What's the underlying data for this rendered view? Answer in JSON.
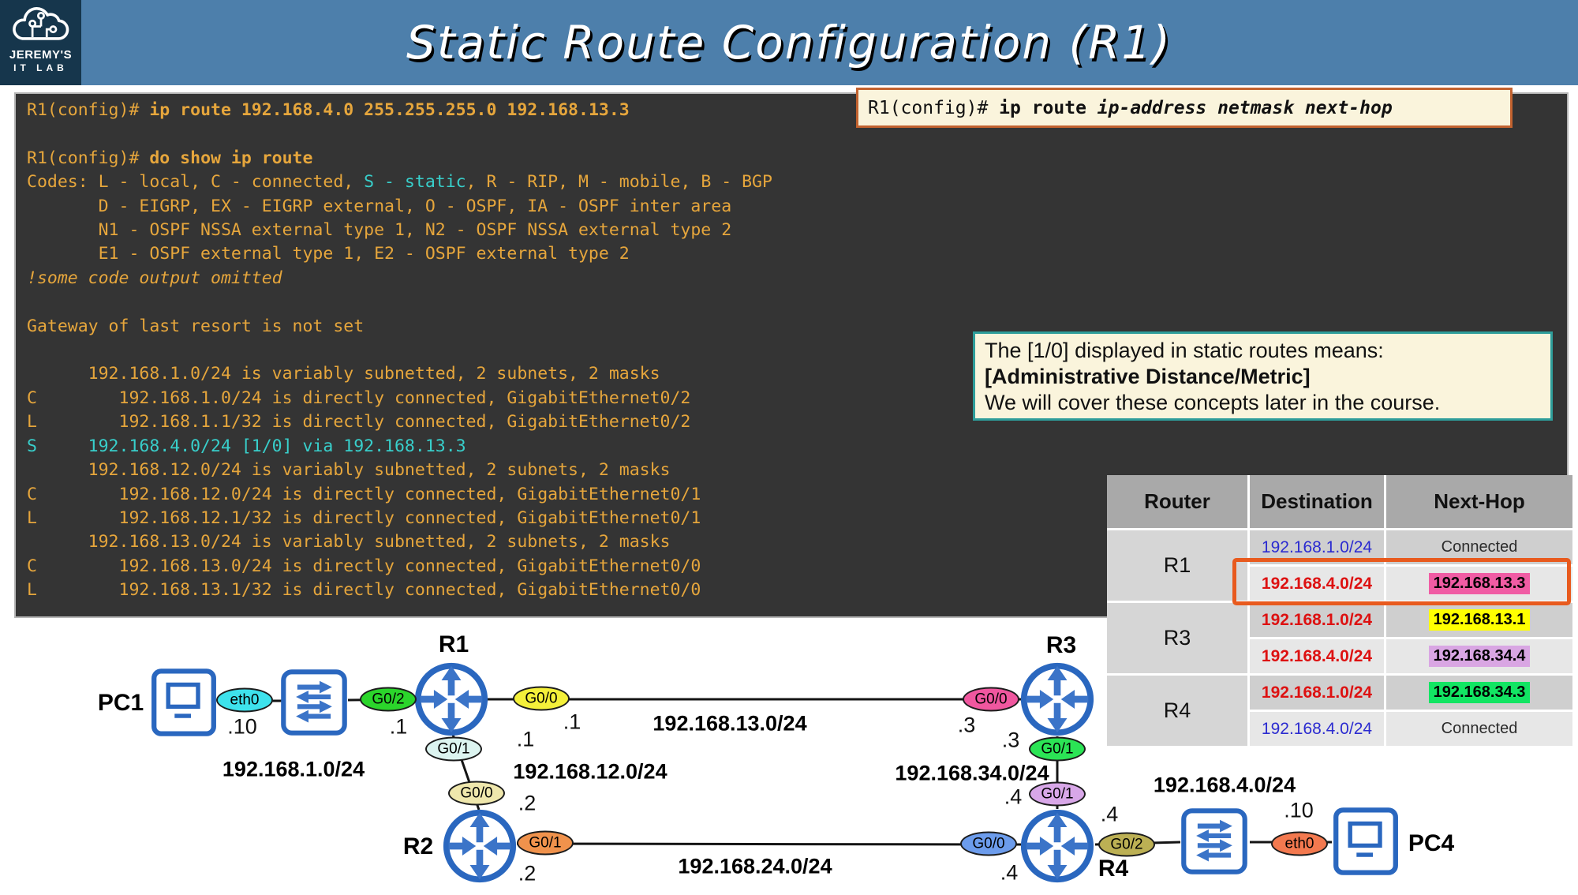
{
  "header": {
    "title": "Static Route Configuration (R1)",
    "logo_line1": "JEREMY'S",
    "logo_line2": "IT LAB"
  },
  "syntax_box": {
    "prompt": "R1(config)# ",
    "command": "ip route ",
    "args": "ip-address netmask next-hop"
  },
  "terminal": {
    "lines": [
      [
        {
          "t": "R1(config)# "
        },
        {
          "t": "ip route 192.168.4.0 255.255.255.0 192.168.13.3",
          "s": "b"
        }
      ],
      [],
      [
        {
          "t": "R1(config)# "
        },
        {
          "t": "do show ip route",
          "s": "b"
        }
      ],
      [
        {
          "t": "Codes: L - local, C - connected, "
        },
        {
          "t": "S - static",
          "s": "cy"
        },
        {
          "t": ", R - RIP, M - mobile, B - BGP"
        }
      ],
      [
        {
          "t": "       D - EIGRP, EX - EIGRP external, O - OSPF, IA - OSPF inter area"
        }
      ],
      [
        {
          "t": "       N1 - OSPF NSSA external type 1, N2 - OSPF NSSA external type 2"
        }
      ],
      [
        {
          "t": "       E1 - OSPF external type 1, E2 - OSPF external type 2"
        }
      ],
      [
        {
          "t": "!some code output omitted",
          "s": "i"
        }
      ],
      [],
      [
        {
          "t": "Gateway of last resort is not set"
        }
      ],
      [],
      [
        {
          "t": "      192.168.1.0/24 is variably subnetted, 2 subnets, 2 masks"
        }
      ],
      [
        {
          "t": "C        192.168.1.0/24 is directly connected, GigabitEthernet0/2"
        }
      ],
      [
        {
          "t": "L        192.168.1.1/32 is directly connected, GigabitEthernet0/2"
        }
      ],
      [
        {
          "t": "S     192.168.4.0/24 [1/0] via 192.168.13.3",
          "s": "cy"
        }
      ],
      [
        {
          "t": "      192.168.12.0/24 is variably subnetted, 2 subnets, 2 masks"
        }
      ],
      [
        {
          "t": "C        192.168.12.0/24 is directly connected, GigabitEthernet0/1"
        }
      ],
      [
        {
          "t": "L        192.168.12.1/32 is directly connected, GigabitEthernet0/1"
        }
      ],
      [
        {
          "t": "      192.168.13.0/24 is variably subnetted, 2 subnets, 2 masks"
        }
      ],
      [
        {
          "t": "C        192.168.13.0/24 is directly connected, GigabitEthernet0/0"
        }
      ],
      [
        {
          "t": "L        192.168.13.1/32 is directly connected, GigabitEthernet0/0"
        }
      ]
    ]
  },
  "info_box": {
    "line1": "The [1/0] displayed in static routes means:",
    "line2": "[Administrative Distance/Metric]",
    "line3": "We will cover these concepts later in the course."
  },
  "route_table": {
    "headers": [
      "Router",
      "Destination",
      "Next-Hop"
    ],
    "groups": [
      {
        "router": "R1",
        "rows": [
          {
            "dest": "192.168.1.0/24",
            "dest_style": "blue",
            "hop": "Connected",
            "hop_style": "plain",
            "shade": "sa"
          },
          {
            "dest": "192.168.4.0/24",
            "dest_style": "red",
            "hop": "192.168.13.3",
            "hop_style": "pink",
            "shade": "sb",
            "outlined": true
          }
        ]
      },
      {
        "router": "R3",
        "rows": [
          {
            "dest": "192.168.1.0/24",
            "dest_style": "red",
            "hop": "192.168.13.1",
            "hop_style": "yellow",
            "shade": "sa"
          },
          {
            "dest": "192.168.4.0/24",
            "dest_style": "red",
            "hop": "192.168.34.4",
            "hop_style": "violet",
            "shade": "sb"
          }
        ]
      },
      {
        "router": "R4",
        "rows": [
          {
            "dest": "192.168.1.0/24",
            "dest_style": "red",
            "hop": "192.168.34.3",
            "hop_style": "green",
            "shade": "sa"
          },
          {
            "dest": "192.168.4.0/24",
            "dest_style": "blue",
            "hop": "Connected",
            "hop_style": "plain",
            "shade": "sb"
          }
        ]
      }
    ]
  },
  "diagram": {
    "devices": [
      {
        "id": "pc1",
        "type": "pc",
        "label": "PC1"
      },
      {
        "id": "sw1",
        "type": "switch",
        "label": ""
      },
      {
        "id": "r1",
        "type": "router",
        "label": "R1"
      },
      {
        "id": "r2",
        "type": "router",
        "label": "R2"
      },
      {
        "id": "r3",
        "type": "router",
        "label": "R3"
      },
      {
        "id": "r4",
        "type": "router",
        "label": "R4"
      },
      {
        "id": "sw2",
        "type": "switch",
        "label": ""
      },
      {
        "id": "pc4",
        "type": "pc",
        "label": "PC4"
      }
    ],
    "interfaces": [
      {
        "id": "pc1-eth0",
        "label": "eth0",
        "color": "#3EE2EC"
      },
      {
        "id": "r1-g0/2",
        "label": "G0/2",
        "color": "#2BD52B"
      },
      {
        "id": "r1-g0/0",
        "label": "G0/0",
        "color": "#F4F03A"
      },
      {
        "id": "r1-g0/1",
        "label": "G0/1",
        "color": "#DCF4F0"
      },
      {
        "id": "r2-g0/0",
        "label": "G0/0",
        "color": "#EFE7AC"
      },
      {
        "id": "r2-g0/1",
        "label": "G0/1",
        "color": "#F0924C"
      },
      {
        "id": "r3-g0/0",
        "label": "G0/0",
        "color": "#F0579F"
      },
      {
        "id": "r3-g0/1",
        "label": "G0/1",
        "color": "#2BE455"
      },
      {
        "id": "r4-g0/1",
        "label": "G0/1",
        "color": "#D8A7E8"
      },
      {
        "id": "r4-g0/0",
        "label": "G0/0",
        "color": "#6C9CEC"
      },
      {
        "id": "r4-g0/2",
        "label": "G0/2",
        "color": "#BCB054"
      },
      {
        "id": "pc4-eth0",
        "label": "eth0",
        "color": "#F3794F"
      }
    ],
    "addresses": [
      {
        "for": "pc1-eth0",
        "text": ".10"
      },
      {
        "for": "r1-g0/2",
        "text": ".1"
      },
      {
        "for": "r1-g0/0",
        "text": ".1"
      },
      {
        "for": "r1-g0/1",
        "text": ".1"
      },
      {
        "for": "r2-g0/0",
        "text": ".2"
      },
      {
        "for": "r2-g0/1",
        "text": ".2"
      },
      {
        "for": "r3-g0/0",
        "text": ".3"
      },
      {
        "for": "r3-g0/1",
        "text": ".3"
      },
      {
        "for": "r4-g0/1",
        "text": ".4"
      },
      {
        "for": "r4-g0/0",
        "text": ".4"
      },
      {
        "for": "r4-g0/2",
        "text": ".4"
      },
      {
        "for": "pc4-eth0",
        "text": ".10"
      }
    ],
    "subnets": [
      {
        "text": "192.168.1.0/24"
      },
      {
        "text": "192.168.12.0/24"
      },
      {
        "text": "192.168.13.0/24"
      },
      {
        "text": "192.168.34.0/24"
      },
      {
        "text": "192.168.24.0/24"
      },
      {
        "text": "192.168.4.0/24"
      }
    ]
  },
  "colors": {
    "header_bg": "#4D7FAB",
    "logo_bg": "#16364C",
    "terminal_bg": "#343434",
    "terminal_text": "#E6A63C",
    "terminal_static_accent": "#38CFCB",
    "box_bg": "#FAF4DC",
    "syntax_border": "#C2622F",
    "info_border": "#2E9D9A",
    "highlight_outline": "#E85A1E",
    "table_red": "#DD1111",
    "table_blue": "#2B2BD0",
    "hl_pink": "#F05CA4",
    "hl_yellow": "#FFFF00",
    "hl_violet": "#D9A6E3",
    "hl_green": "#12E563"
  }
}
